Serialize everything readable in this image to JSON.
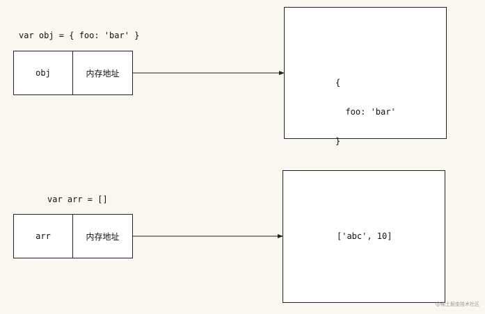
{
  "diagram": {
    "obj_section": {
      "declaration": "var obj = { foo: 'bar' }",
      "var_name": "obj",
      "addr_label": "内存地址",
      "heap_lines": [
        "{",
        "  foo: 'bar'",
        "}"
      ]
    },
    "arr_section": {
      "declaration": "var arr = []",
      "var_name": "arr",
      "addr_label": "内存地址",
      "heap_content": "['abc', 10]"
    },
    "watermark": "@稀土掘金技术社区"
  },
  "colors": {
    "background": "#faf7f0",
    "stroke": "#222222",
    "box_fill": "#ffffff"
  }
}
